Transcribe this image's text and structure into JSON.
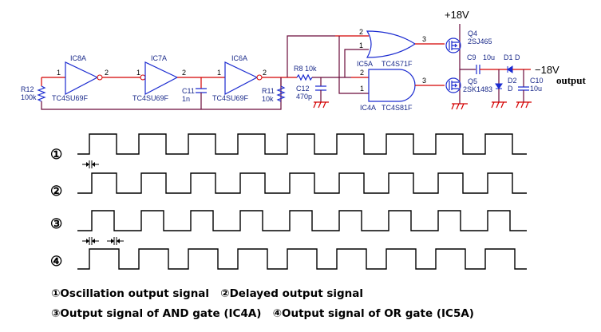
{
  "schematic": {
    "supply_positive": "+18V",
    "output_voltage": "−18V",
    "output_label": "output",
    "inverters": [
      {
        "ref": "IC8A",
        "part": "TC4SU69F",
        "pin_in": "1",
        "pin_out": "2"
      },
      {
        "ref": "IC7A",
        "part": "TC4SU69F",
        "pin_in": "1",
        "pin_out": "2"
      },
      {
        "ref": "IC6A",
        "part": "TC4SU69F",
        "pin_in": "1",
        "pin_out": "2"
      }
    ],
    "gates": {
      "or": {
        "ref": "IC5A",
        "part": "TC4S71F",
        "pin_a": "2",
        "pin_b": "1",
        "pin_out": "3"
      },
      "and": {
        "ref": "IC4A",
        "part": "TC4S81F",
        "pin_a": "2",
        "pin_b": "1",
        "pin_out": "3"
      }
    },
    "resistors": [
      {
        "ref": "R12",
        "value": "100k"
      },
      {
        "ref": "R11",
        "value": "10k"
      },
      {
        "ref": "R8",
        "value": "10k"
      }
    ],
    "capacitors": [
      {
        "ref": "C11",
        "value": "1n"
      },
      {
        "ref": "C12",
        "value": "470p"
      },
      {
        "ref": "C9",
        "value": "10u"
      },
      {
        "ref": "C10",
        "value": "10u"
      }
    ],
    "transistors": [
      {
        "ref": "Q4",
        "part": "2SJ465"
      },
      {
        "ref": "Q5",
        "part": "2SK1483"
      }
    ],
    "diodes": [
      {
        "ref": "D1",
        "value": "D"
      },
      {
        "ref": "D2",
        "value": "D"
      }
    ]
  },
  "timing": {
    "signals": [
      {
        "marker": "①",
        "delay": 0,
        "high_extend": 0
      },
      {
        "marker": "②",
        "delay": 1,
        "high_extend": 0
      },
      {
        "marker": "③",
        "delay": 1,
        "high_extend": -1
      },
      {
        "marker": "④",
        "delay": 0,
        "high_extend": 1
      }
    ],
    "cycles": 9
  },
  "legend": {
    "line1": "①Oscillation output signal   ②Delayed output signal",
    "line2": "③Output signal of AND gate (IC4A)   ④Output signal of OR gate (IC5A)"
  }
}
